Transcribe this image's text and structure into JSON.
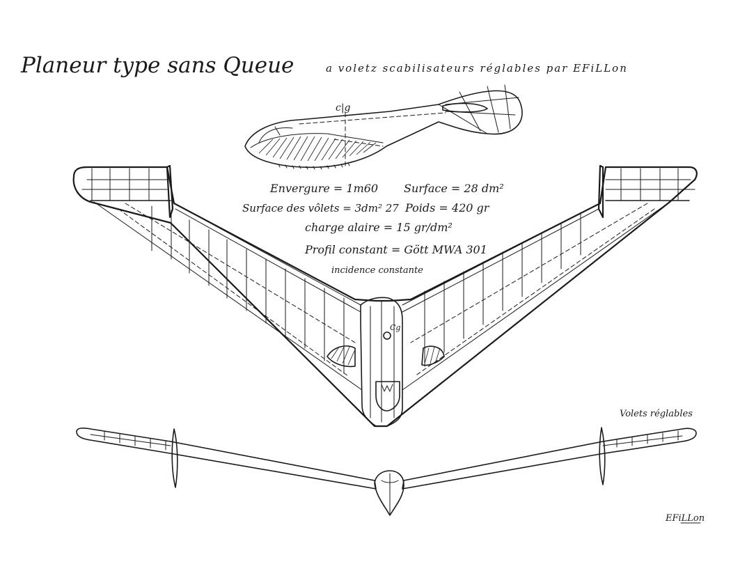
{
  "title": {
    "main": "Planeur type sans Queue",
    "sub": "a voletz scabilisateurs réglables par EFiLLon"
  },
  "specs": {
    "envergure": "Envergure = 1m60",
    "surface": "Surface = 28 dm²",
    "surface_volets": "Surface des vôlets = 3dm² 27",
    "poids": "Poids = 420 gr",
    "charge": "charge alaire = 15 gr/dm²",
    "profil": "Profil constant = Gött MWA 301",
    "incidence": "incidence constante"
  },
  "labels": {
    "cg_perspective": "c|g",
    "cg_plan": "Cg",
    "volets": "Volets réglables",
    "signature": "EFiLLon"
  }
}
